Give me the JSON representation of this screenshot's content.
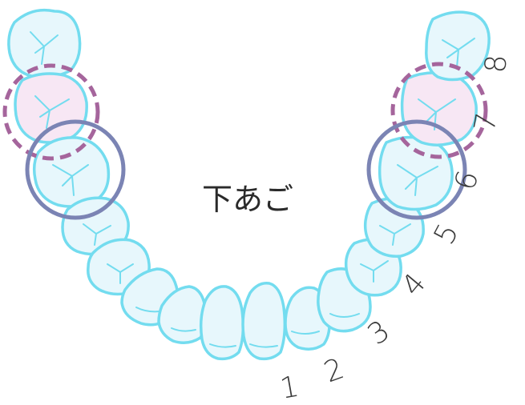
{
  "title": "下あご",
  "tooth_numbers": [
    "1",
    "2",
    "3",
    "4",
    "5",
    "6",
    "7",
    "8"
  ],
  "colors": {
    "tooth_outline": "#73dcef",
    "tooth_fill": "#ddf5fb",
    "ring_solid": "#7b84b4",
    "ring_dashed": "#a5659c",
    "highlight_fill": "#f7e7f4"
  }
}
